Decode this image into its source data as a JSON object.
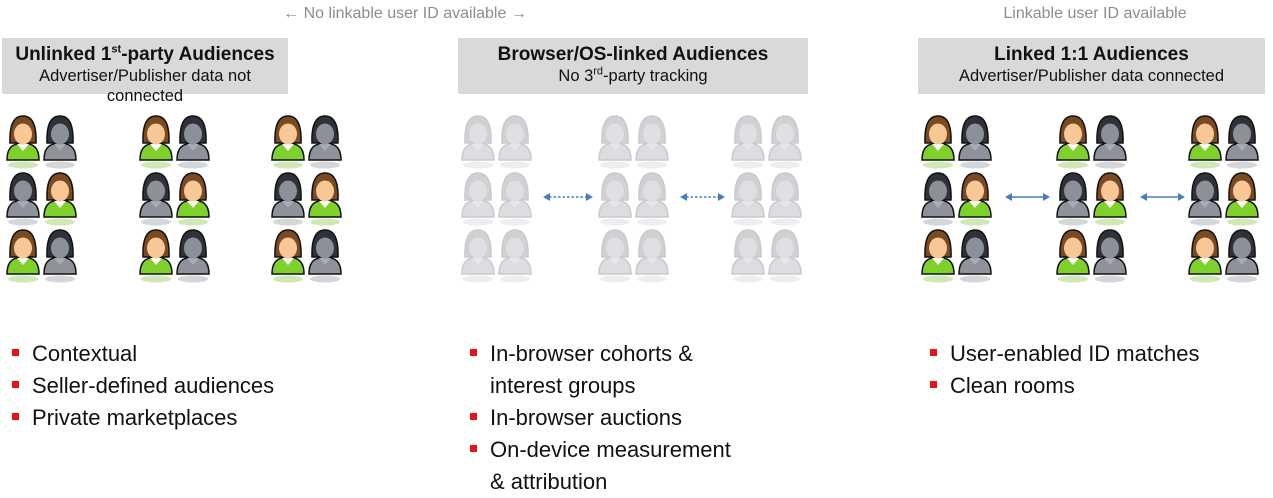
{
  "top_labels": {
    "left": "← No linkable user ID available →",
    "right": "Linkable user ID available"
  },
  "colors": {
    "bullet": "#e8141b",
    "header_bg": "#d9d9d9",
    "arrow": "#4a7cc4"
  },
  "panels": [
    {
      "title_main": "Unlinked 1",
      "title_sup": "st",
      "title_rest": "-party Audiences",
      "subtitle_pre": "Advertiser/Publisher data not connected",
      "subtitle_sup": "",
      "subtitle_post": "",
      "icon_pattern": [
        [
          "linked",
          "unlinked"
        ],
        [
          "unlinked",
          "linked"
        ],
        [
          "linked",
          "unlinked"
        ]
      ],
      "groups": 3,
      "connectors": "none",
      "bullets": [
        [
          "Contextual"
        ],
        [
          "Seller-defined audiences"
        ],
        [
          "Private marketplaces"
        ]
      ]
    },
    {
      "title_main": "Browser/OS-linked Audiences",
      "title_sup": "",
      "title_rest": "",
      "subtitle_pre": "No 3",
      "subtitle_sup": "rd",
      "subtitle_post": "-party tracking",
      "icon_pattern": [
        [
          "hidden",
          "hidden"
        ],
        [
          "hidden",
          "hidden"
        ],
        [
          "hidden",
          "hidden"
        ]
      ],
      "groups": 3,
      "connectors": "dashed",
      "bullets": [
        [
          "In-browser cohorts &",
          "interest groups"
        ],
        [
          "In-browser auctions"
        ],
        [
          "On-device measurement",
          "& attribution"
        ]
      ]
    },
    {
      "title_main": "Linked 1:1 Audiences",
      "title_sup": "",
      "title_rest": "",
      "subtitle_pre": "Advertiser/Publisher data connected",
      "subtitle_sup": "",
      "subtitle_post": "",
      "icon_pattern": [
        [
          "linked",
          "unlinked"
        ],
        [
          "unlinked",
          "linked"
        ],
        [
          "linked",
          "unlinked"
        ]
      ],
      "groups": 3,
      "connectors": "solid",
      "bullets": [
        [
          "User-enabled ID matches"
        ],
        [
          "Clean rooms"
        ]
      ]
    }
  ]
}
